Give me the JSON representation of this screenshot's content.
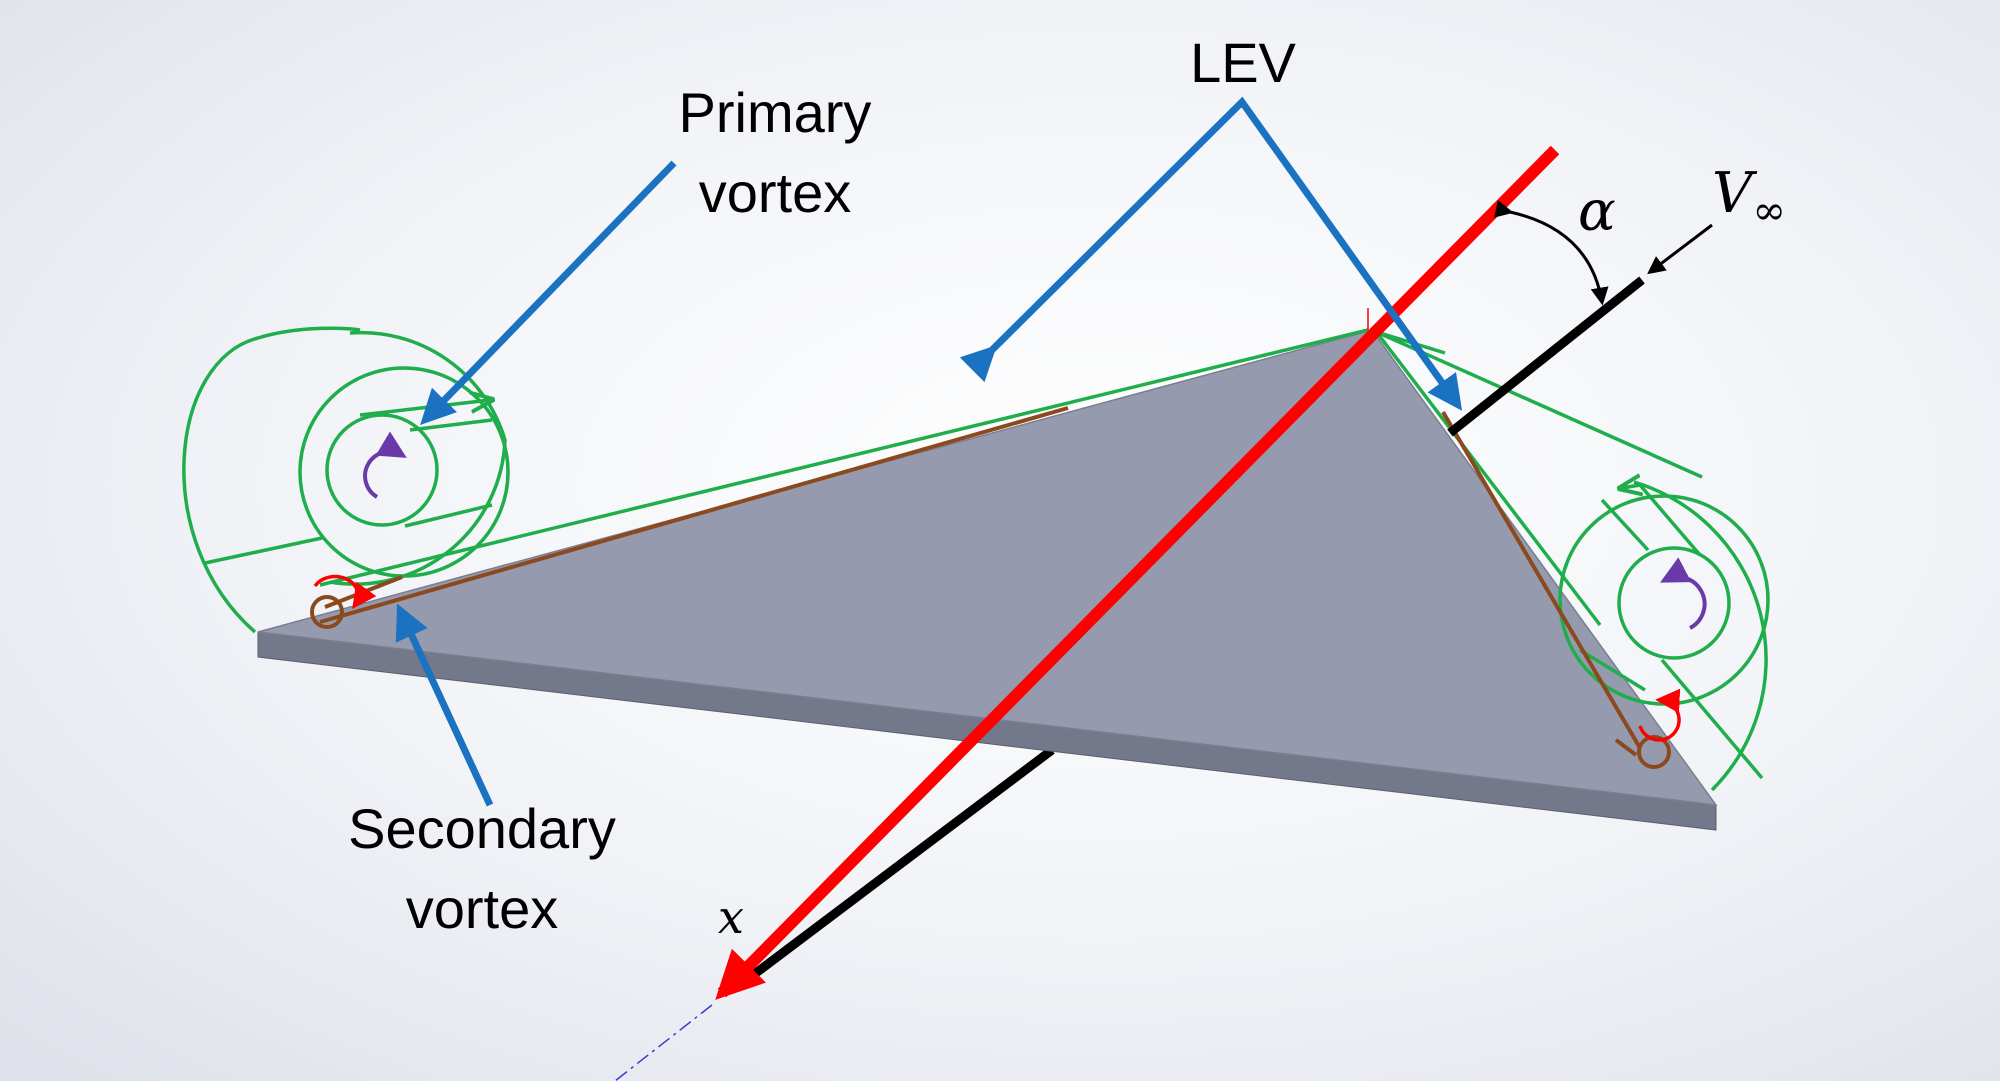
{
  "labels": {
    "lev": "LEV",
    "primary_line1": "Primary",
    "primary_line2": "vortex",
    "secondary_line1": "Secondary",
    "secondary_line2": "vortex",
    "alpha": "α",
    "v_inf_main": "V",
    "v_inf_sub": "∞",
    "x_axis": "x"
  },
  "colors": {
    "plate_top": "#959aae",
    "plate_edge": "#74788b",
    "vortex_line": "#1fae4b",
    "secondary_vortex": "#8a4a1e",
    "pointer_arrow": "#1a72c0",
    "centerline": "#ff0000",
    "flow_line": "#000000",
    "rotation_primary": "#6a3aa8",
    "rotation_secondary": "#ff0000",
    "background": "#ffffff"
  }
}
